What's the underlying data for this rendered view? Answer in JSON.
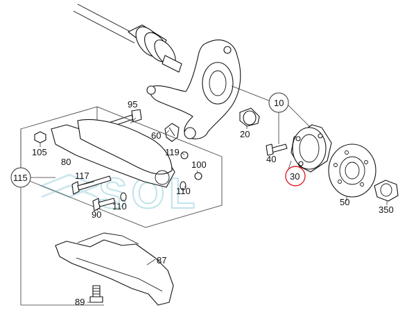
{
  "watermark": "SOL",
  "callouts": [
    {
      "id": "c95",
      "text": "95"
    },
    {
      "id": "c60",
      "text": "60"
    },
    {
      "id": "c20",
      "text": "20"
    },
    {
      "id": "c10",
      "text": "10"
    },
    {
      "id": "c105",
      "text": "105"
    },
    {
      "id": "c80",
      "text": "80"
    },
    {
      "id": "c119",
      "text": "119"
    },
    {
      "id": "c100",
      "text": "100"
    },
    {
      "id": "c40",
      "text": "40"
    },
    {
      "id": "c30",
      "text": "30"
    },
    {
      "id": "c115",
      "text": "115"
    },
    {
      "id": "c117",
      "text": "117"
    },
    {
      "id": "c110a",
      "text": "110"
    },
    {
      "id": "c110b",
      "text": "110"
    },
    {
      "id": "c90",
      "text": "90"
    },
    {
      "id": "c50",
      "text": "50"
    },
    {
      "id": "c350",
      "text": "350"
    },
    {
      "id": "c87",
      "text": "87"
    },
    {
      "id": "c89",
      "text": "89"
    }
  ],
  "highlight_color": "#e0202a"
}
